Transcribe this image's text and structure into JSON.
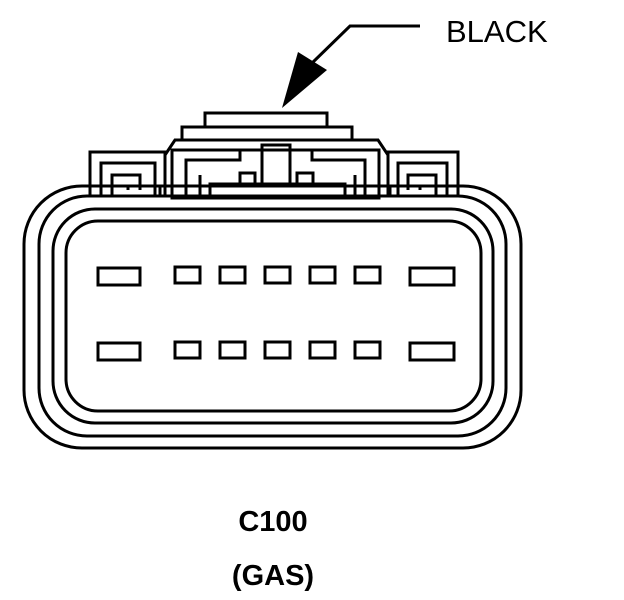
{
  "callout": {
    "color_label": "BLACK"
  },
  "connector": {
    "id": "C100",
    "type_label": "(GAS)",
    "cavity_rows": 2,
    "cavities_per_row": 7
  },
  "colors": {
    "line": "#000000",
    "background": "#ffffff"
  }
}
